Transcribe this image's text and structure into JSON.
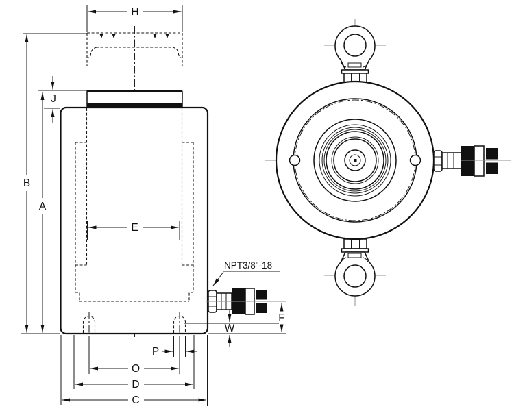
{
  "drawing": {
    "type": "engineering-dimension-drawing",
    "views": {
      "front_view": "hydraulic cylinder front elevation with dimensions",
      "top_view": "hydraulic cylinder plan view with lifting eye bolts and coupler"
    },
    "dimensions": {
      "H": "H",
      "J": "J",
      "B": "B",
      "A": "A",
      "E": "E",
      "P": "P",
      "O": "O",
      "D": "D",
      "C": "C",
      "W": "W",
      "F": "F"
    },
    "port_label": "NPT3/8\"-18",
    "colors": {
      "line": "#111111",
      "centerline": "#8f8f8f",
      "background": "#ffffff"
    }
  }
}
